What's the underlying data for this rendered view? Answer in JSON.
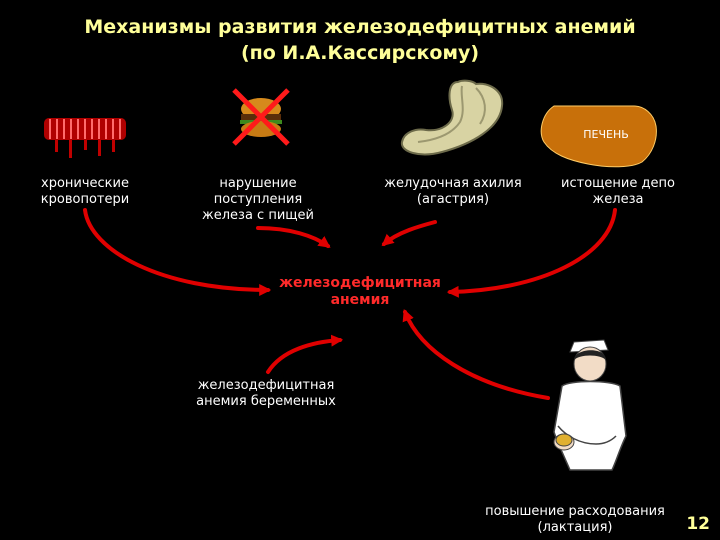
{
  "slide": {
    "title_line1": "Механизмы развития железодефицитных анемий",
    "title_line2": "(по И.А.Кассирскому)",
    "page_number": "12"
  },
  "causes": {
    "blood_loss": {
      "line1": "хронические",
      "line2": "кровопотери"
    },
    "intake": {
      "line1": "нарушение",
      "line2": "поступления",
      "line3": "железа с пищей"
    },
    "achylia": {
      "line1": "желудочная ахилия",
      "line2": "(агастрия)"
    },
    "depot": {
      "line1": "истощение депо",
      "line2": "железа",
      "liver_label": "ПЕЧЕНЬ"
    },
    "pregnancy": {
      "line1": "железодефицитная",
      "line2": "анемия беременных"
    },
    "consumption": {
      "line1": "повышение расходования",
      "line2": "(лактация)"
    }
  },
  "center": {
    "line1": "железодефицитная",
    "line2": "анемия"
  },
  "colors": {
    "title": "#ffff99",
    "arrow": "#e00000",
    "center_text": "#ff2a2a",
    "liver": "#c8700a"
  }
}
